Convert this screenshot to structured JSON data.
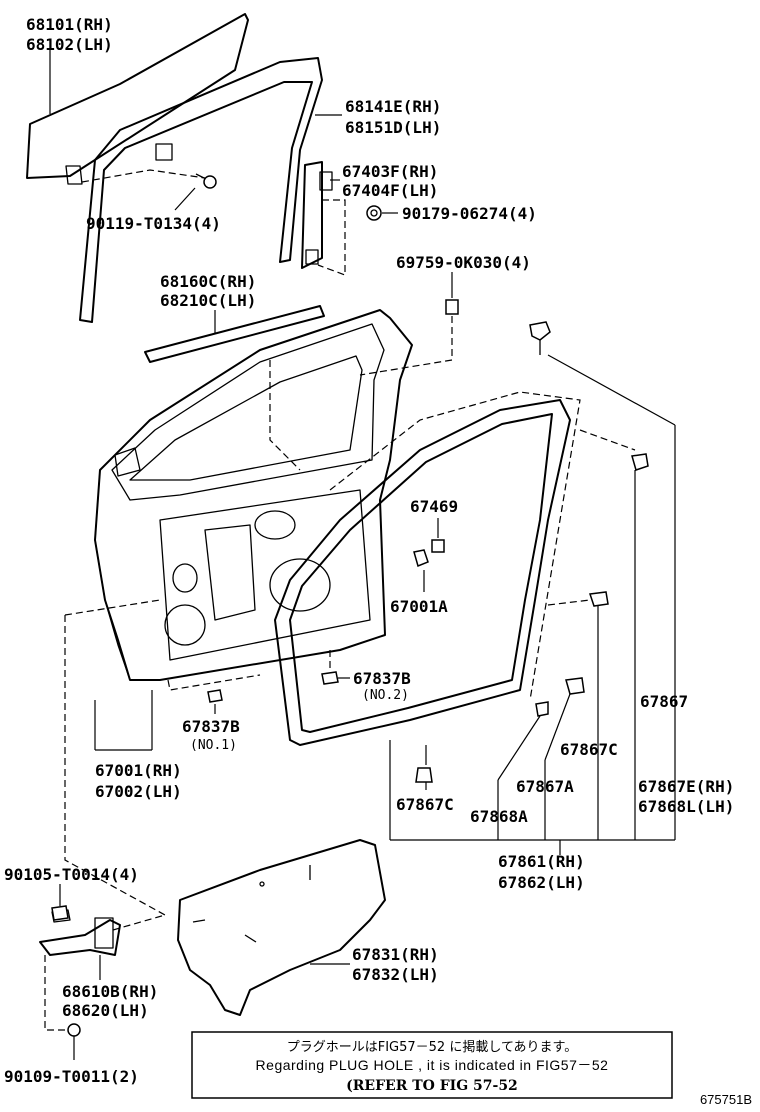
{
  "diagram": {
    "figure_id": "675751B",
    "labels": {
      "p68101_rh": "68101(RH)",
      "p68102_lh": "68102(LH)",
      "p68141e_rh": "68141E(RH)",
      "p68151d_lh": "68151D(LH)",
      "p67403f_rh": "67403F(RH)",
      "p67404f_lh": "67404F(LH)",
      "p90119": "90119-T0134(4)",
      "p90179": "90179-06274(4)",
      "p69759": "69759-0K030(4)",
      "p68160c_rh": "68160C(RH)",
      "p68210c_lh": "68210C(LH)",
      "p67469": "67469",
      "p67001a": "67001A",
      "p67837b_a": "67837B",
      "p67837b_a_note": "(NO.2)",
      "p67837b_b": "67837B",
      "p67837b_b_note": "(NO.1)",
      "p67867": "67867",
      "p67867c_a": "67867C",
      "p67867a": "67867A",
      "p67867e_rh": "67867E(RH)",
      "p67868l_lh": "67868L(LH)",
      "p67001_rh": "67001(RH)",
      "p67002_lh": "67002(LH)",
      "p67867c_b": "67867C",
      "p67868a": "67868A",
      "p67861_rh": "67861(RH)",
      "p67862_lh": "67862(LH)",
      "p90105": "90105-T0014(4)",
      "p67831_rh": "67831(RH)",
      "p67832_lh": "67832(LH)",
      "p68610b_rh": "68610B(RH)",
      "p68620_lh": "68620(LH)",
      "p90109": "90109-T0011(2)"
    },
    "note": {
      "line1": "プラグホールはFIG57－52 に掲載してあります。",
      "line2": "Regarding PLUG HOLE , it is indicated in FIG57－52",
      "line3": "(REFER TO FIG 57-52"
    }
  }
}
